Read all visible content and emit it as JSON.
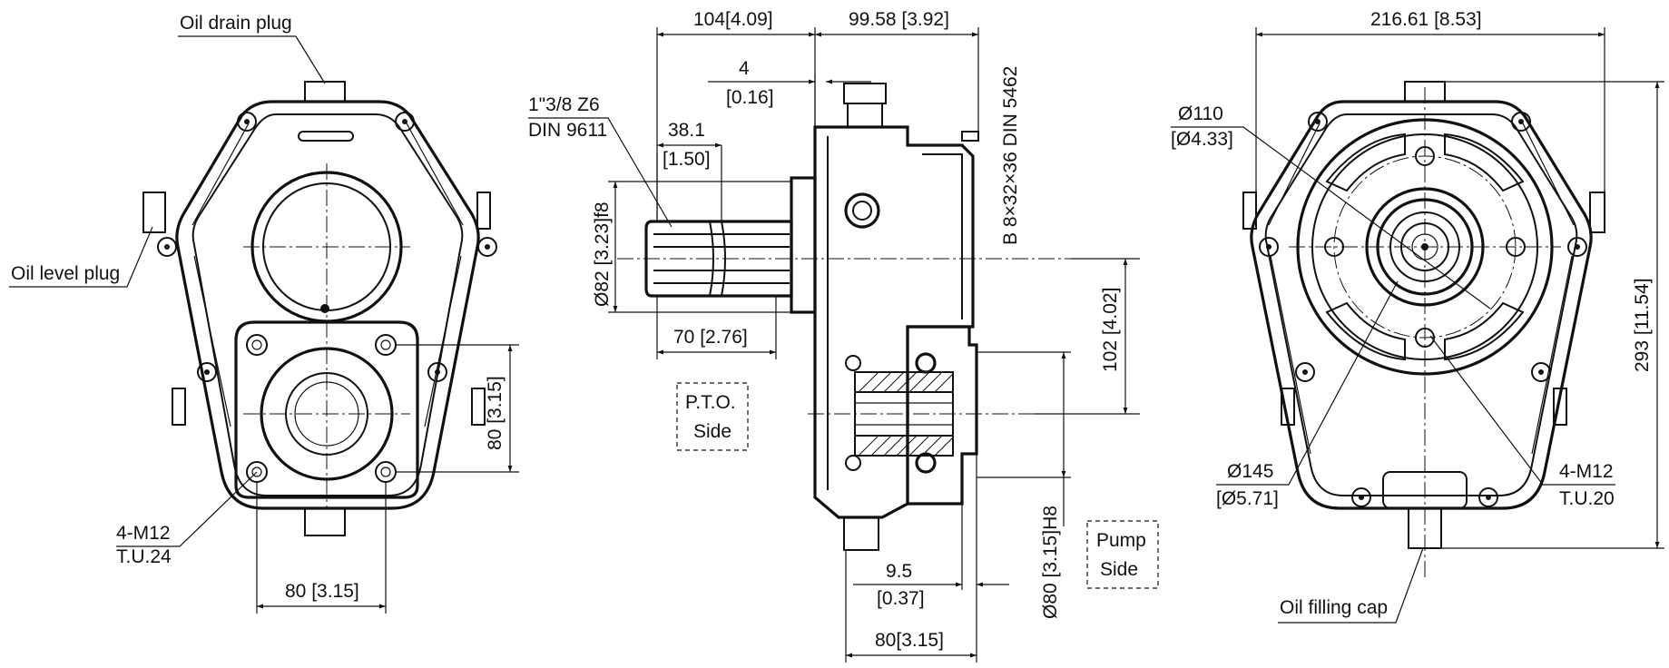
{
  "labels": {
    "oil_drain_plug": "Oil drain plug",
    "oil_level_plug": "Oil level plug",
    "oil_filling_cap": "Oil filling cap",
    "pto_side_line1": "P.T.O.",
    "pto_side_line2": "Side",
    "pump_side_line1": "Pump",
    "pump_side_line2": "Side"
  },
  "left_view": {
    "bolt_note_line1": "4-M12",
    "bolt_note_line2": "T.U.24",
    "dim_width": "80 [3.15]",
    "dim_height": "80 [3.15]"
  },
  "side_view": {
    "dim_104": "104[4.09]",
    "dim_99": "99.58 [3.92]",
    "dim_4a": "4",
    "dim_4b": "[0.16]",
    "shaft_spec_line1": "1\"3/8 Z6",
    "shaft_spec_line2": "DIN 9611",
    "dim_38a": "38.1",
    "dim_38b": "[1.50]",
    "dim_82": "Ø82 [3.23]f8",
    "dim_70": "70 [2.76]",
    "spline_spec": "B 8×32×36 DIN 5462",
    "dim_102": "102 [4.02]",
    "dim_80h8": "Ø80 [3.15]H8",
    "dim_9a": "9.5",
    "dim_9b": "[0.37]",
    "dim_80b": "80[3.15]"
  },
  "right_view": {
    "dim_216": "216.61 [8.53]",
    "dia_110a": "Ø110",
    "dia_110b": "[Ø4.33]",
    "dia_145a": "Ø145",
    "dia_145b": "[Ø5.71]",
    "bolt_note_line1": "4-M12",
    "bolt_note_line2": "T.U.20",
    "dim_293": "293 [11.54]"
  }
}
